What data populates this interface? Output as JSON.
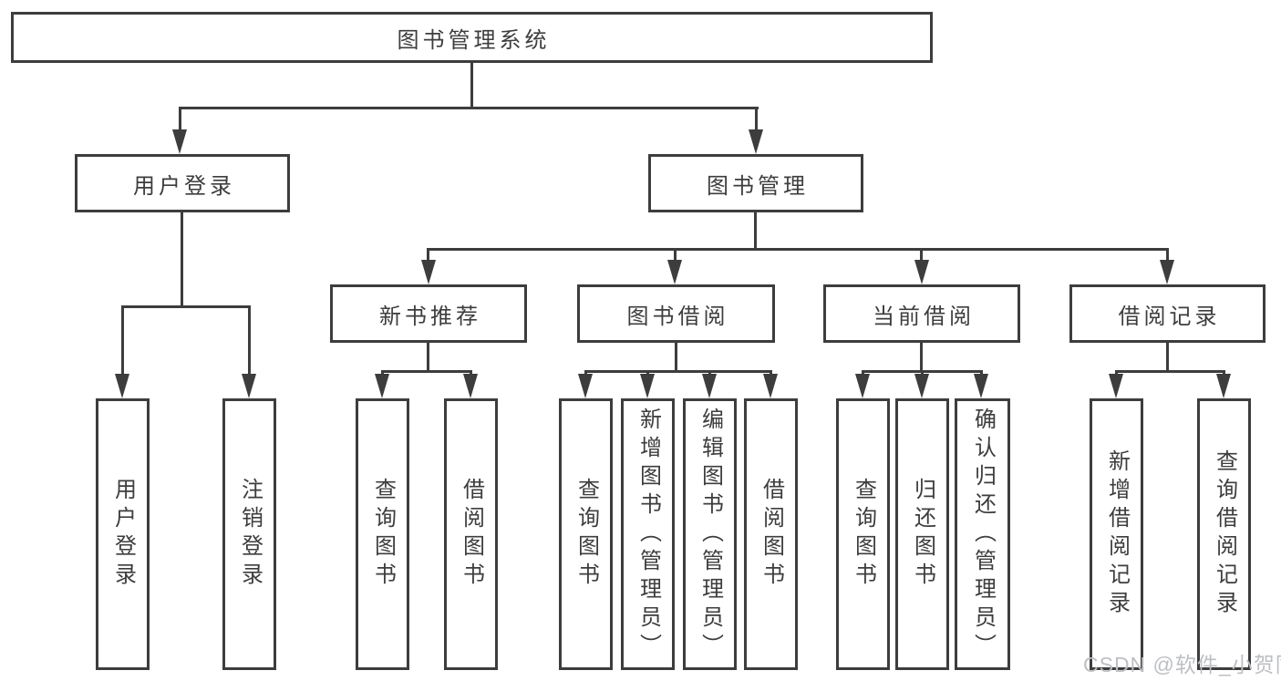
{
  "colors": {
    "line": "#3d3d3d",
    "text": "#3d3d3d",
    "background": "#ffffff",
    "watermark": "#bdbfc3"
  },
  "watermark": "CSDN @软件_小贺同学",
  "tree": {
    "root": "图书管理系统",
    "l2": [
      {
        "label": "用户登录",
        "leaves": [
          "用户登录",
          "注销登录"
        ]
      },
      {
        "label": "图书管理",
        "groups": [
          {
            "label": "新书推荐",
            "leaves": [
              "查询图书",
              "借阅图书"
            ]
          },
          {
            "label": "图书借阅",
            "leaves": [
              "查询图书",
              "新增图书（管理员）",
              "编辑图书（管理员）",
              "借阅图书"
            ]
          },
          {
            "label": "当前借阅",
            "leaves": [
              "查询图书",
              "归还图书",
              "确认归还（管理员）"
            ]
          },
          {
            "label": "借阅记录",
            "leaves": [
              "新增借阅记录",
              "查询借阅记录"
            ]
          }
        ]
      }
    ]
  }
}
